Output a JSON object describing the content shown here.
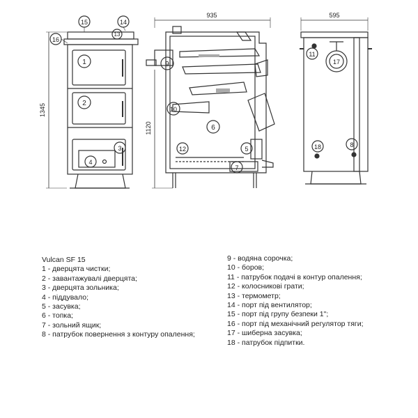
{
  "dimensions": {
    "front_height": "1345",
    "side_width": "935",
    "side_height": "1120",
    "rear_width": "595"
  },
  "callouts": {
    "front": [
      "15",
      "14",
      "13",
      "16",
      "1",
      "2",
      "3",
      "4"
    ],
    "side": [
      "9",
      "10",
      "6",
      "12",
      "5",
      "7"
    ],
    "rear": [
      "11",
      "17",
      "18",
      "8"
    ]
  },
  "legend": {
    "model": "Vulcan SF 15",
    "left_items": [
      "1 - дверцята чистки;",
      "2 - завантажувалі дверцята;",
      "3 - дверцята зольника;",
      "4 - піддувало;",
      "5 - засувка;",
      "6 - топка;",
      "7 - зольний ящик;",
      "8 - патрубок повернення з контуру опалення;"
    ],
    "right_items": [
      "9 - водяна сорочка;",
      "10 - боров;",
      "11 - патрубок подачі в контур опалення;",
      "12 - колосникові грати;",
      "13 - термометр;",
      "14 - порт під вентилятор;",
      "15 - порт під групу безпеки 1\";",
      "16 - порт під механічний регулятор тяги;",
      "17 - шиберна засувка;",
      "18 - патрубок підпитки."
    ]
  }
}
